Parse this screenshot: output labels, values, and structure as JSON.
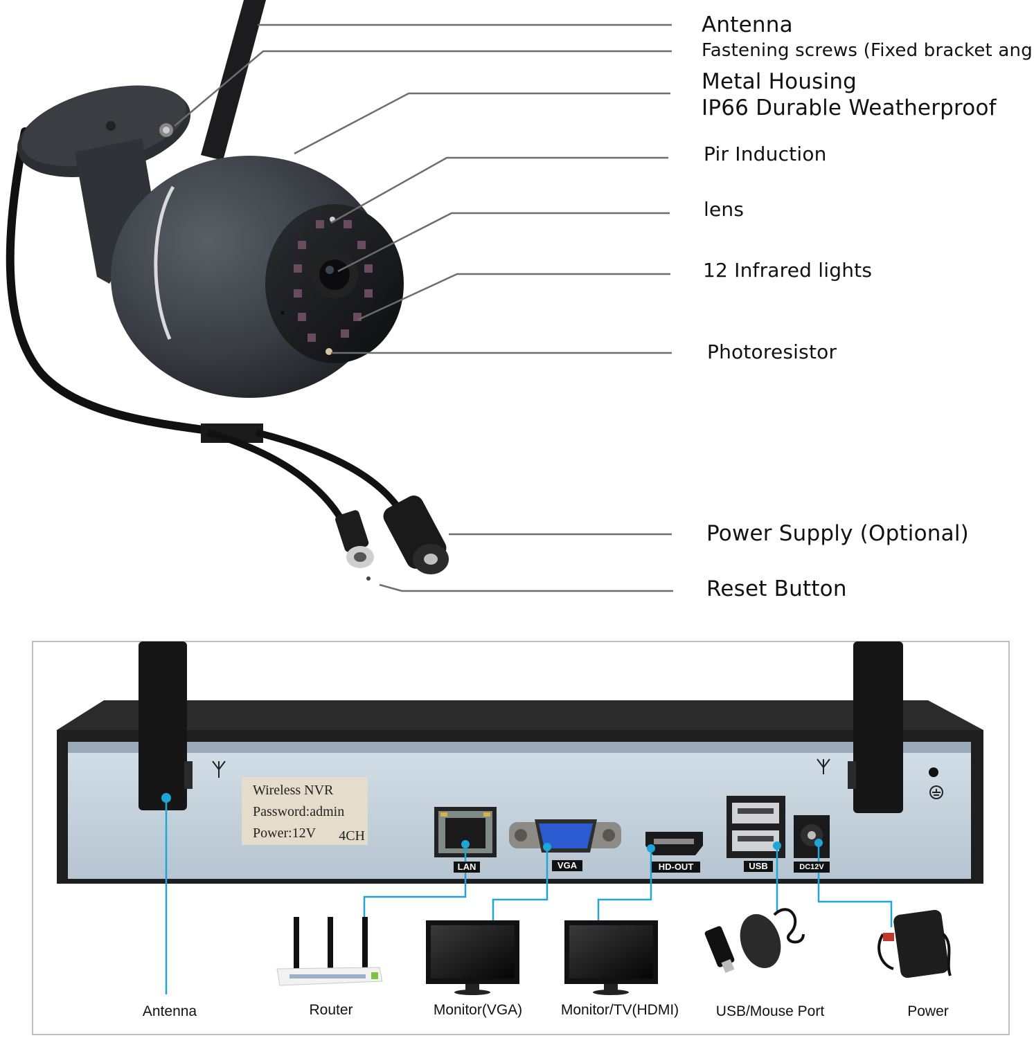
{
  "camera_labels": {
    "antenna": "Antenna",
    "fastening_screws": "Fastening screws (Fixed bracket angle)",
    "metal_housing": "Metal Housing",
    "ip66": "IP66 Durable Weatherproof",
    "pir": "Pir Induction",
    "lens": "lens",
    "infrared": "12 Infrared lights",
    "photoresistor": "Photoresistor",
    "power_supply": "Power Supply (Optional)",
    "reset_button": "Reset Button"
  },
  "nvr_sticker": {
    "line1": "Wireless NVR",
    "line2": "Password:admin",
    "line3": "Power:12V",
    "channels": "4CH"
  },
  "nvr_ports": {
    "lan": "LAN",
    "vga": "VGA",
    "hdout": "HD-OUT",
    "usb": "USB",
    "dc": "DC12V"
  },
  "nvr_labels": {
    "antenna": "Antenna",
    "router": "Router",
    "monitor_vga": "Monitor(VGA)",
    "monitor_hdmi": "Monitor/TV(HDMI)",
    "usb_mouse": "USB/Mouse Port",
    "power": "Power"
  },
  "colors": {
    "connector_line": "#1fa6d8",
    "callout_line": "#6d6d6d",
    "camera_body": "#3b3f44",
    "nvr_panel": "#c3d1dc"
  }
}
